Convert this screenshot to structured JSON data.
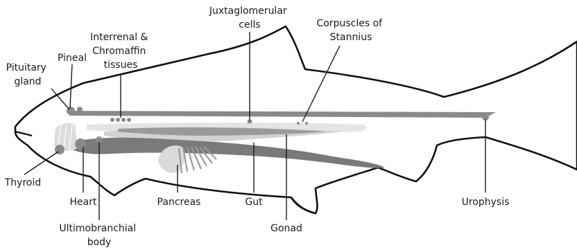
{
  "diagram": {
    "labels": {
      "juxtaglomerular": [
        "Juxtaglomerular",
        "cells"
      ],
      "corpuscles": [
        "Corpuscles of",
        "Stannius"
      ],
      "interrenal": [
        "Interrenal &",
        "Chromaffin",
        "tissues"
      ],
      "pineal": [
        "Pineal"
      ],
      "pituitary": [
        "Pituitary",
        "gland"
      ],
      "thyroid": [
        "Thyroid"
      ],
      "heart": [
        "Heart"
      ],
      "ultimobranchial": [
        "Ultimobranchial",
        "body"
      ],
      "pancreas": [
        "Pancreas"
      ],
      "gut": [
        "Gut"
      ],
      "gonad": [
        "Gonad"
      ],
      "urophysis": [
        "Urophysis"
      ]
    },
    "colors": {
      "outline": "#111111",
      "dark_organ": "#7a7a7a",
      "mid_organ": "#9a9a9a",
      "light_organ": "#cfcfcf",
      "pale_organ": "#e4e4e4"
    }
  }
}
